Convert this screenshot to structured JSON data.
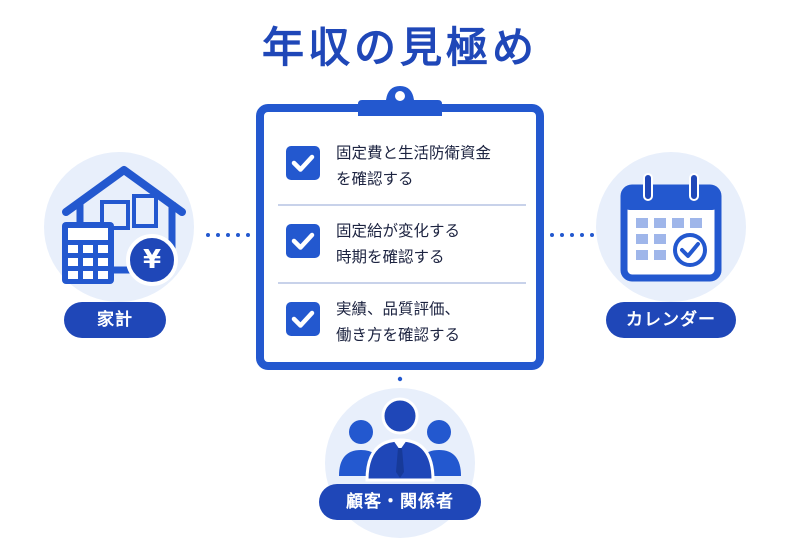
{
  "title": "年収の見極め",
  "checklist": [
    {
      "lines": [
        "固定費と生活防衛資金",
        "を確認する"
      ]
    },
    {
      "lines": [
        "固定給が変化する",
        "時期を確認する"
      ]
    },
    {
      "lines": [
        "実績、品質評価、",
        "働き方を確認する"
      ]
    }
  ],
  "nodes": {
    "household": {
      "label": "家計",
      "icon": "house-calculator-yen-icon",
      "badge_text": "¥"
    },
    "calendar": {
      "label": "カレンダー",
      "icon": "calendar-check-icon"
    },
    "stakeholders": {
      "label": "顧客・関係者",
      "icon": "people-group-icon"
    }
  },
  "colors": {
    "primary": "#2358cf",
    "dark_blue": "#1f47b8",
    "circle_bg": "#e8effb",
    "light_blue": "#9fb6ea",
    "text": "#1c2340"
  }
}
